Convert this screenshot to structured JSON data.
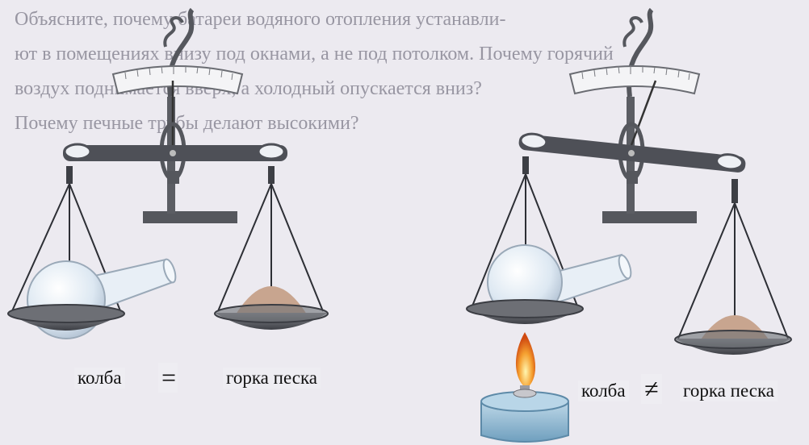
{
  "background_text": [
    "Объясните, почему батареи водяного отопления устанавли-",
    "ют в помещениях внизу под окнами, а не под потолком. Почему горячий",
    "воздух поднимается вверх, а холодный опускается вниз?",
    "Почему печные трубы делают высокими?"
  ],
  "left_scene": {
    "caption_left": "колба",
    "relation_symbol": "=",
    "caption_right": "горка песка"
  },
  "right_scene": {
    "caption_left": "колба",
    "relation_symbol": "≠",
    "caption_right": "горка песка"
  },
  "colors": {
    "beam": "#4e5057",
    "pan": "#5a5c62",
    "sand": "#c8a58f",
    "flask": "#e3ecf4",
    "burner": "#9fc3d9",
    "flame": "#f08a24"
  }
}
